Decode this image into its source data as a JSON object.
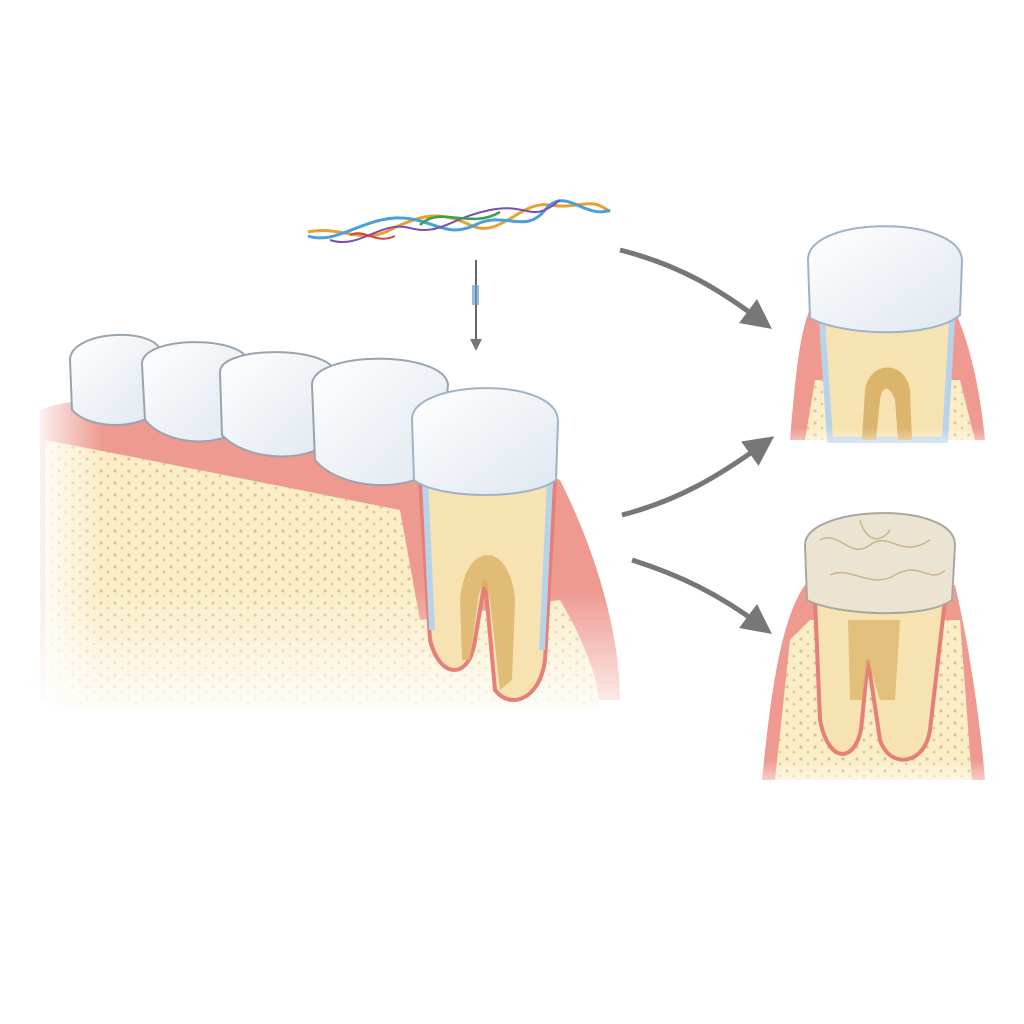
{
  "figure": {
    "elements": {
      "dna": "dna-strand-icon",
      "down_arrow": "arrow-down-icon",
      "jaw": "jaw-section-with-molar-cross-section",
      "arrows": [
        "arrow-to-healthy-tooth",
        "arrow-between-outcomes",
        "arrow-to-damaged-tooth"
      ],
      "outcomes": [
        "healthy-tooth-cross-section",
        "damaged-enamel-tooth-cross-section"
      ]
    },
    "colors": {
      "gum": "#ee9a90",
      "gum_dark": "#e57f78",
      "bone": "#faedc8",
      "bone_dots": "#d9b877",
      "enamel": "#f4f6f8",
      "enamel_edge": "#9fb3c8",
      "dentin": "#f7e3b2",
      "pulp": "#dcb56c",
      "root_outline": "#b6d3ea",
      "arrow": "#777777",
      "damaged_enamel": "#ece4d2"
    }
  }
}
